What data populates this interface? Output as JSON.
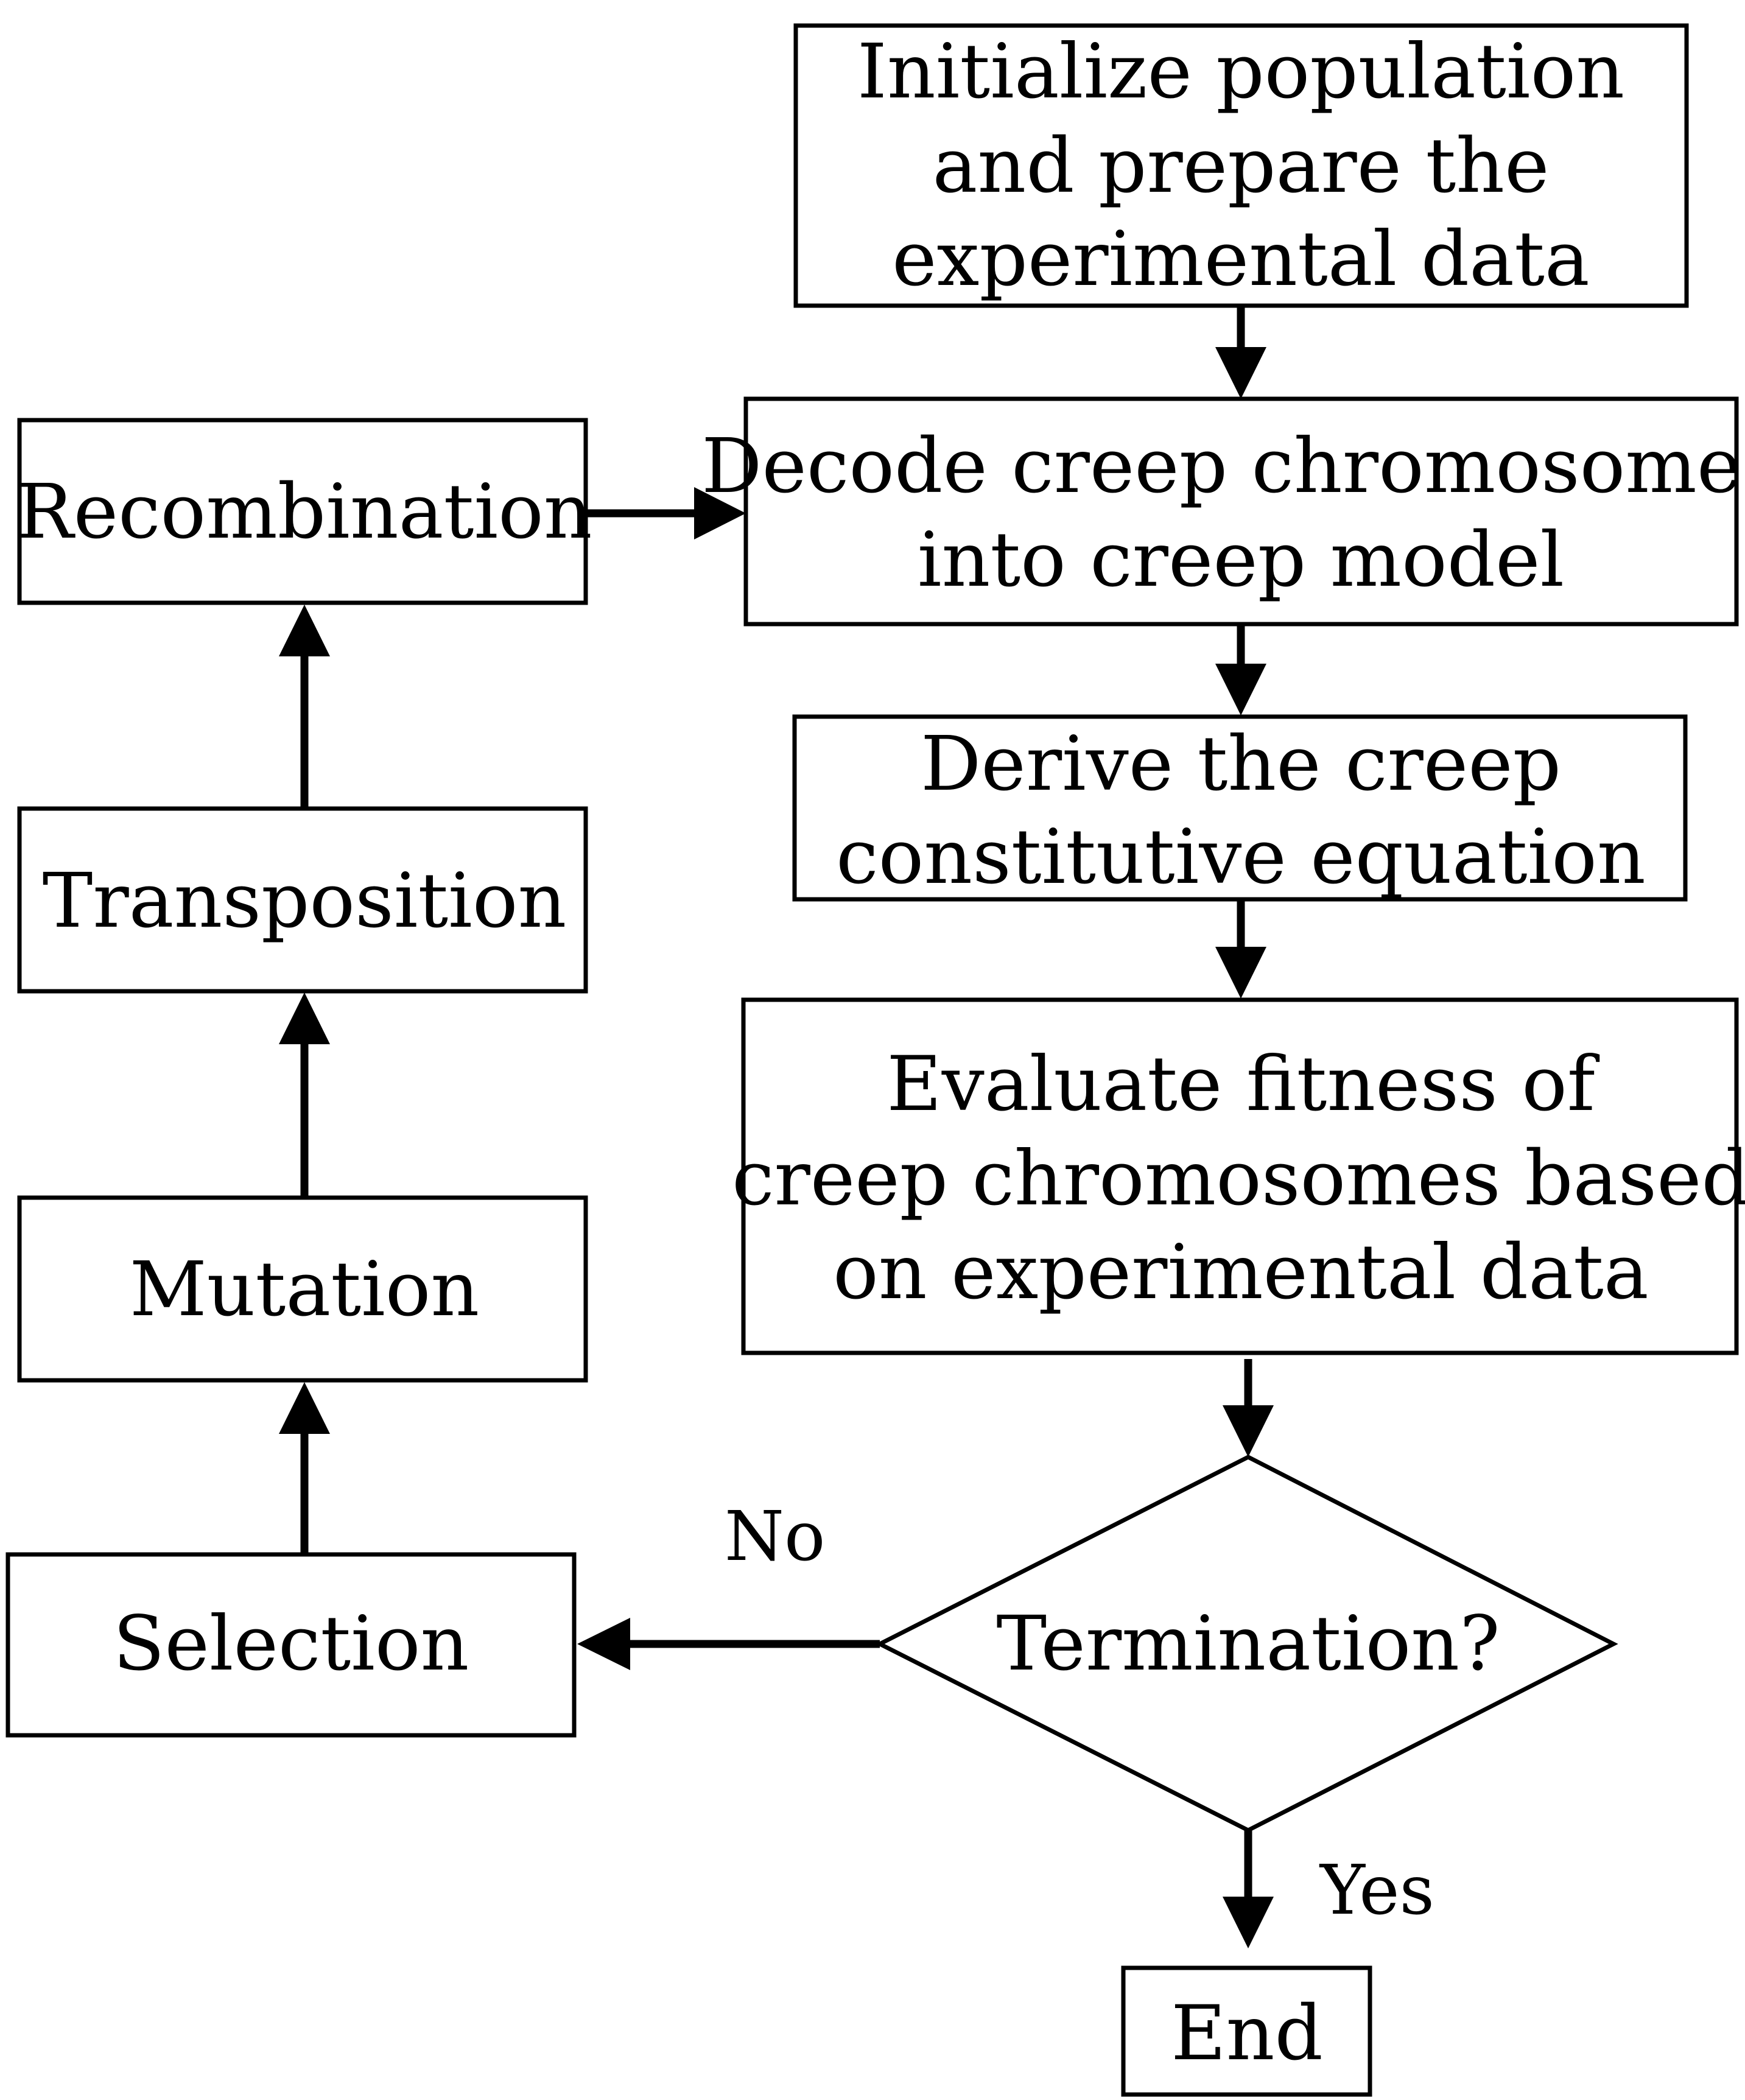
{
  "diagram": {
    "nodes": {
      "init": {
        "lines": [
          "Initialize population",
          "and prepare the",
          "experimental data"
        ]
      },
      "decode": {
        "lines": [
          "Decode creep chromosomes",
          "into creep model"
        ]
      },
      "derive": {
        "lines": [
          "Derive the creep",
          "constitutive equation"
        ]
      },
      "evaluate": {
        "lines": [
          "Evaluate fitness of",
          "creep chromosomes based",
          "on experimental data"
        ]
      },
      "termination": {
        "lines": [
          "Termination?"
        ]
      },
      "end": {
        "lines": [
          "End"
        ]
      },
      "selection": {
        "lines": [
          "Selection"
        ]
      },
      "mutation": {
        "lines": [
          "Mutation"
        ]
      },
      "transposition": {
        "lines": [
          "Transposition"
        ]
      },
      "recombination": {
        "lines": [
          "Recombination"
        ]
      }
    },
    "edges": {
      "no": "No",
      "yes": "Yes"
    }
  }
}
